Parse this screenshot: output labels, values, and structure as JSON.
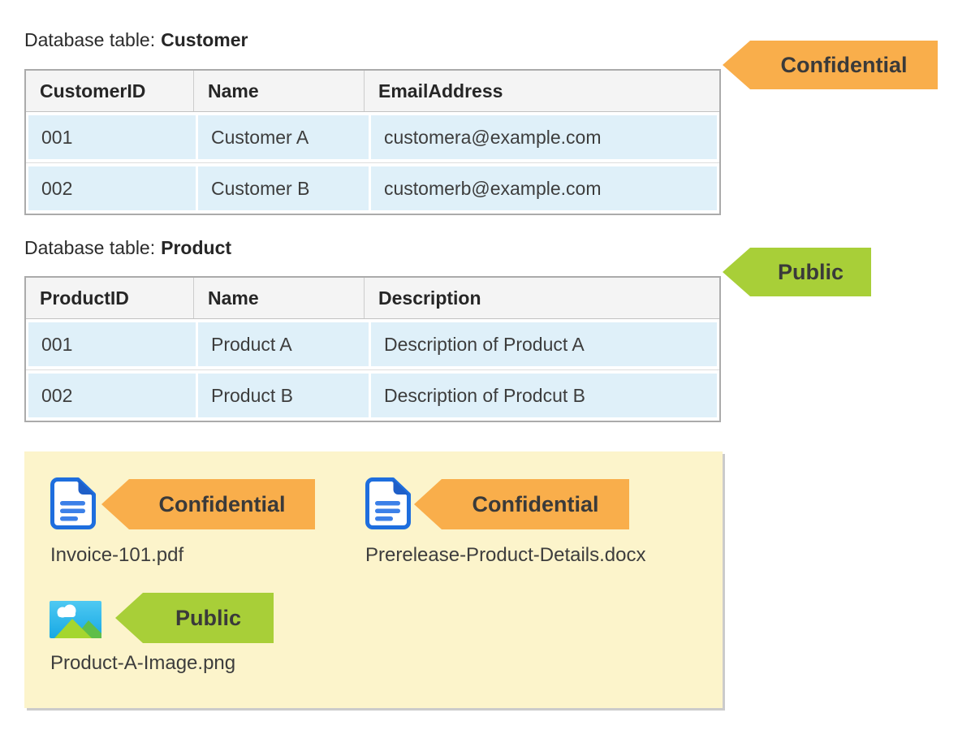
{
  "tables": [
    {
      "title_prefix": "Database table:",
      "title_name": "Customer",
      "label": "Confidential",
      "headers": [
        "CustomerID",
        "Name",
        "EmailAddress"
      ],
      "rows": [
        [
          "001",
          "Customer A",
          "customera@example.com"
        ],
        [
          "002",
          "Customer B",
          "customerb@example.com"
        ]
      ]
    },
    {
      "title_prefix": "Database table:",
      "title_name": "Product",
      "label": "Public",
      "headers": [
        "ProductID",
        "Name",
        "Description"
      ],
      "rows": [
        [
          "001",
          "Product A",
          "Description of Product A"
        ],
        [
          "002",
          "Product B",
          "Description of Prodcut B"
        ]
      ]
    }
  ],
  "files": [
    {
      "name": "Invoice-101.pdf",
      "label": "Confidential",
      "icon": "document-icon"
    },
    {
      "name": "Prerelease-Product-Details.docx",
      "label": "Confidential",
      "icon": "document-icon"
    },
    {
      "name": "Product-A-Image.png",
      "label": "Public",
      "icon": "image-icon"
    }
  ],
  "colors": {
    "confidential": "#F9AE4B",
    "public": "#A8CF38",
    "panel_background": "#FCF4CB",
    "table_row_background": "#DFF0F9",
    "table_header_background": "#F4F4F4"
  }
}
